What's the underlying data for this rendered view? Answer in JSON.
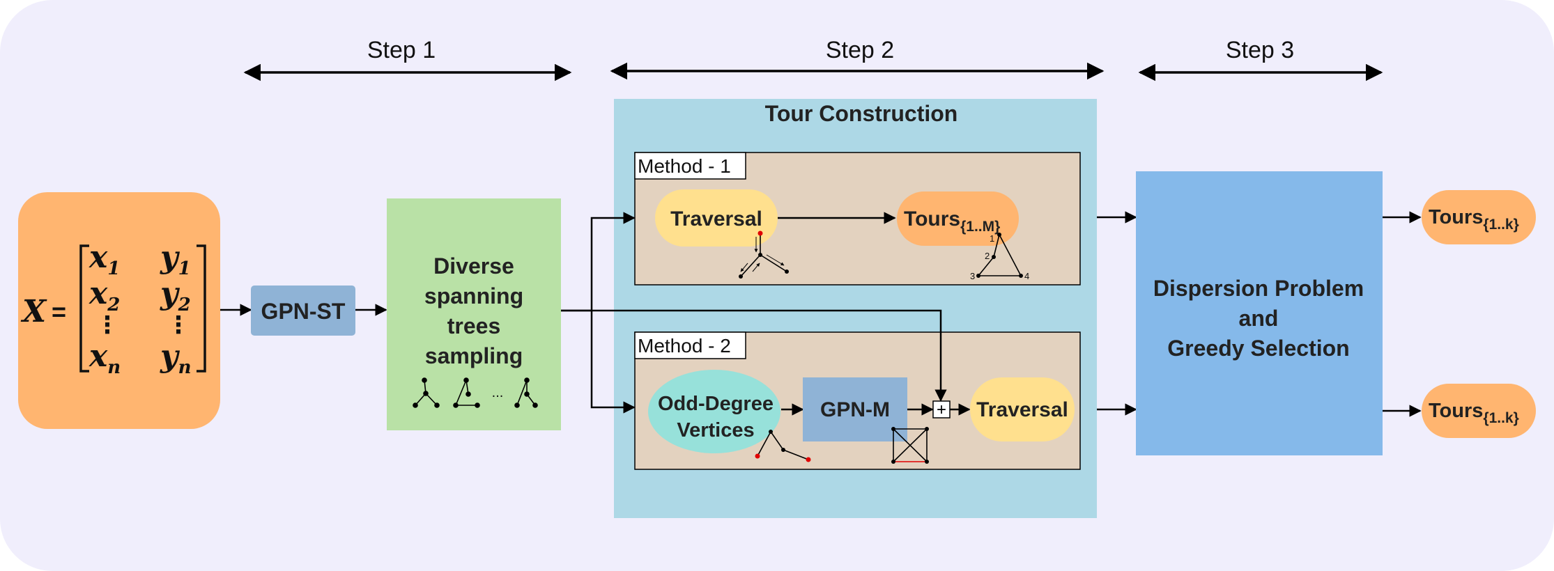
{
  "steps": {
    "step1": "Step 1",
    "step2": "Step 2",
    "step3": "Step 3"
  },
  "input": {
    "symbol": "X",
    "equals": "=",
    "x1": "x",
    "x1_sub": "1",
    "y1": "y",
    "y1_sub": "1",
    "x2": "x",
    "x2_sub": "2",
    "y2": "y",
    "y2_sub": "2",
    "dots": "⋮",
    "xn": "x",
    "xn_sub": "n",
    "yn": "y",
    "yn_sub": "n"
  },
  "gpn_st": "GPN-ST",
  "sampling": {
    "line1": "Diverse",
    "line2": "spanning",
    "line3": "trees",
    "line4": "sampling",
    "ellipsis": "..."
  },
  "tour_construction": {
    "title": "Tour Construction",
    "method1": {
      "label": "Method - 1",
      "traversal": "Traversal",
      "tours": "Tours",
      "tours_sub": "{1..M}",
      "node_labels": [
        "1",
        "2",
        "3",
        "4"
      ]
    },
    "method2": {
      "label": "Method - 2",
      "odd_line1": "Odd-Degree",
      "odd_line2": "Vertices",
      "gpn_m": "GPN-M",
      "plus": "+",
      "traversal": "Traversal"
    }
  },
  "selection": {
    "line1": "Dispersion Problem",
    "line2": "and",
    "line3": "Greedy Selection"
  },
  "outputs": {
    "top": "Tours",
    "top_sub": "{1..k}",
    "bottom": "Tours",
    "bottom_sub": "{1..k}"
  },
  "colors": {
    "background": "#f0eefc",
    "input_orange": "#ffb570",
    "gpn_blue": "#8fb3d6",
    "sampling_green": "#b9e1a6",
    "tour_panel": "#add8e6",
    "method_box": "#e3d2bf",
    "traversal_yellow": "#ffe08e",
    "odd_teal": "#97e1da",
    "selection_blue": "#85b9ea",
    "highlight_red": "#e00000"
  }
}
